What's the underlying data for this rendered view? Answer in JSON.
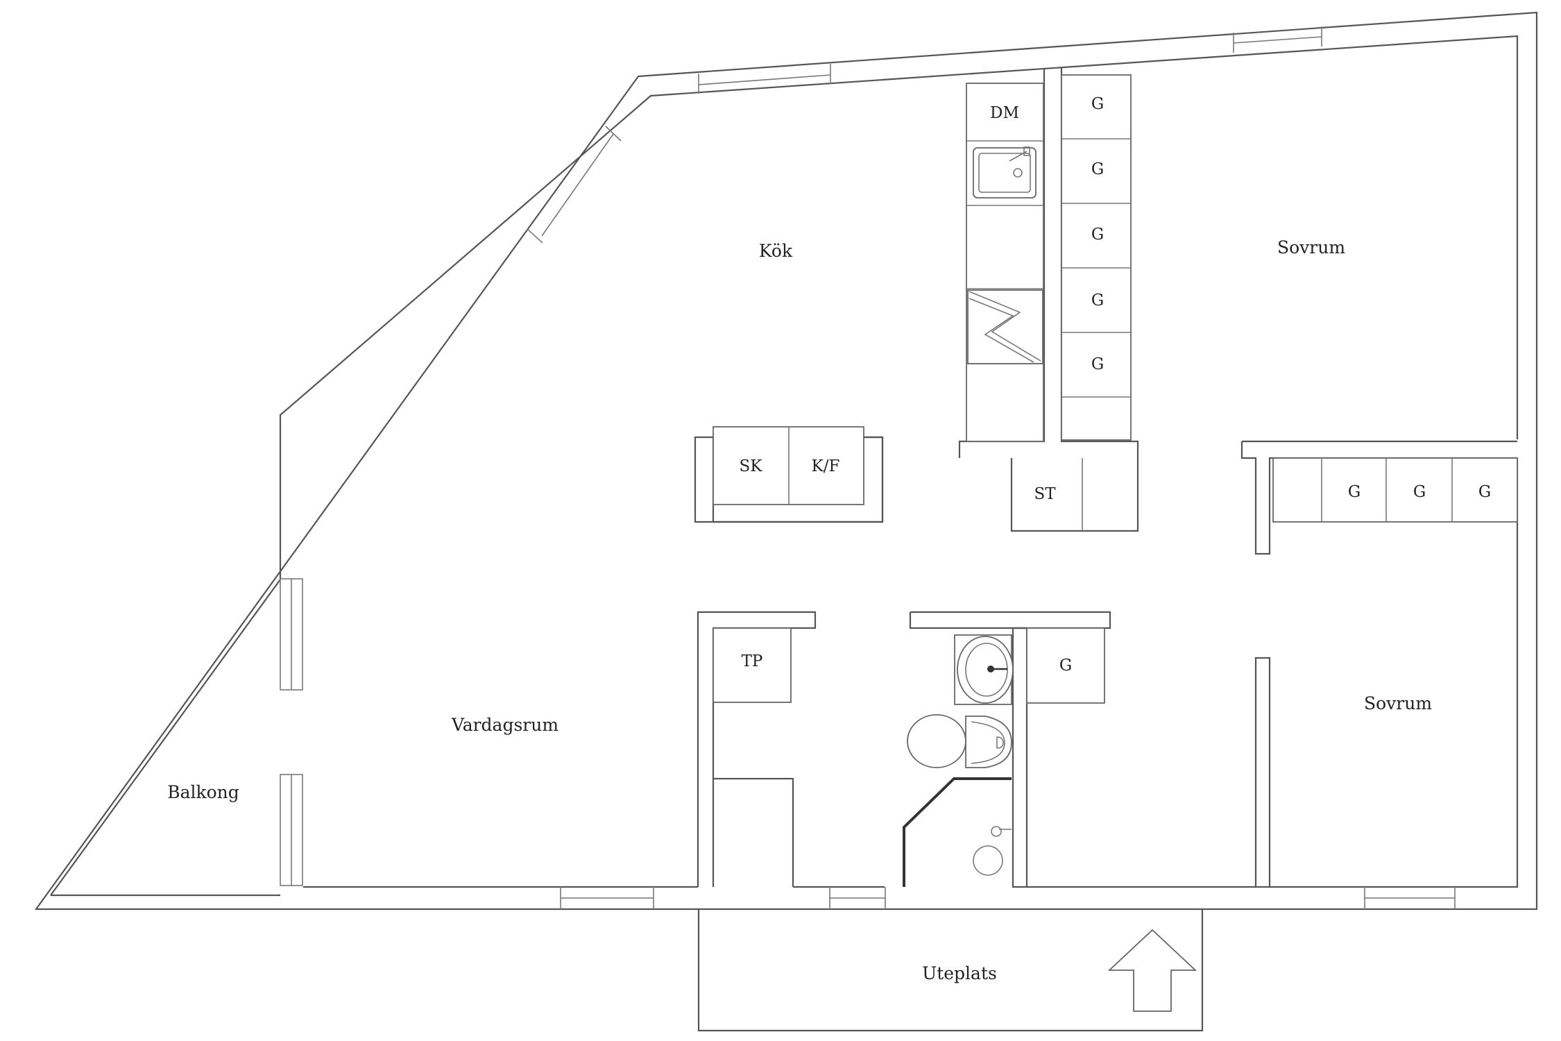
{
  "colors": {
    "background": "#ffffff",
    "wall": "#555555",
    "text": "#222222"
  },
  "rooms": {
    "kok": "Kök",
    "sovrum_top": "Sovrum",
    "sovrum_bottom": "Sovrum",
    "vardagsrum": "Vardagsrum",
    "balkong": "Balkong",
    "uteplats": "Uteplats"
  },
  "fixtures": {
    "dm": "DM",
    "sk": "SK",
    "kf": "K/F",
    "st": "ST",
    "tp": "TP",
    "wardrobe_label": "G"
  },
  "icons": [
    "sink-icon",
    "stove-icon",
    "washbasin-icon",
    "toilet-icon",
    "shower-icon",
    "north-arrow-icon"
  ]
}
